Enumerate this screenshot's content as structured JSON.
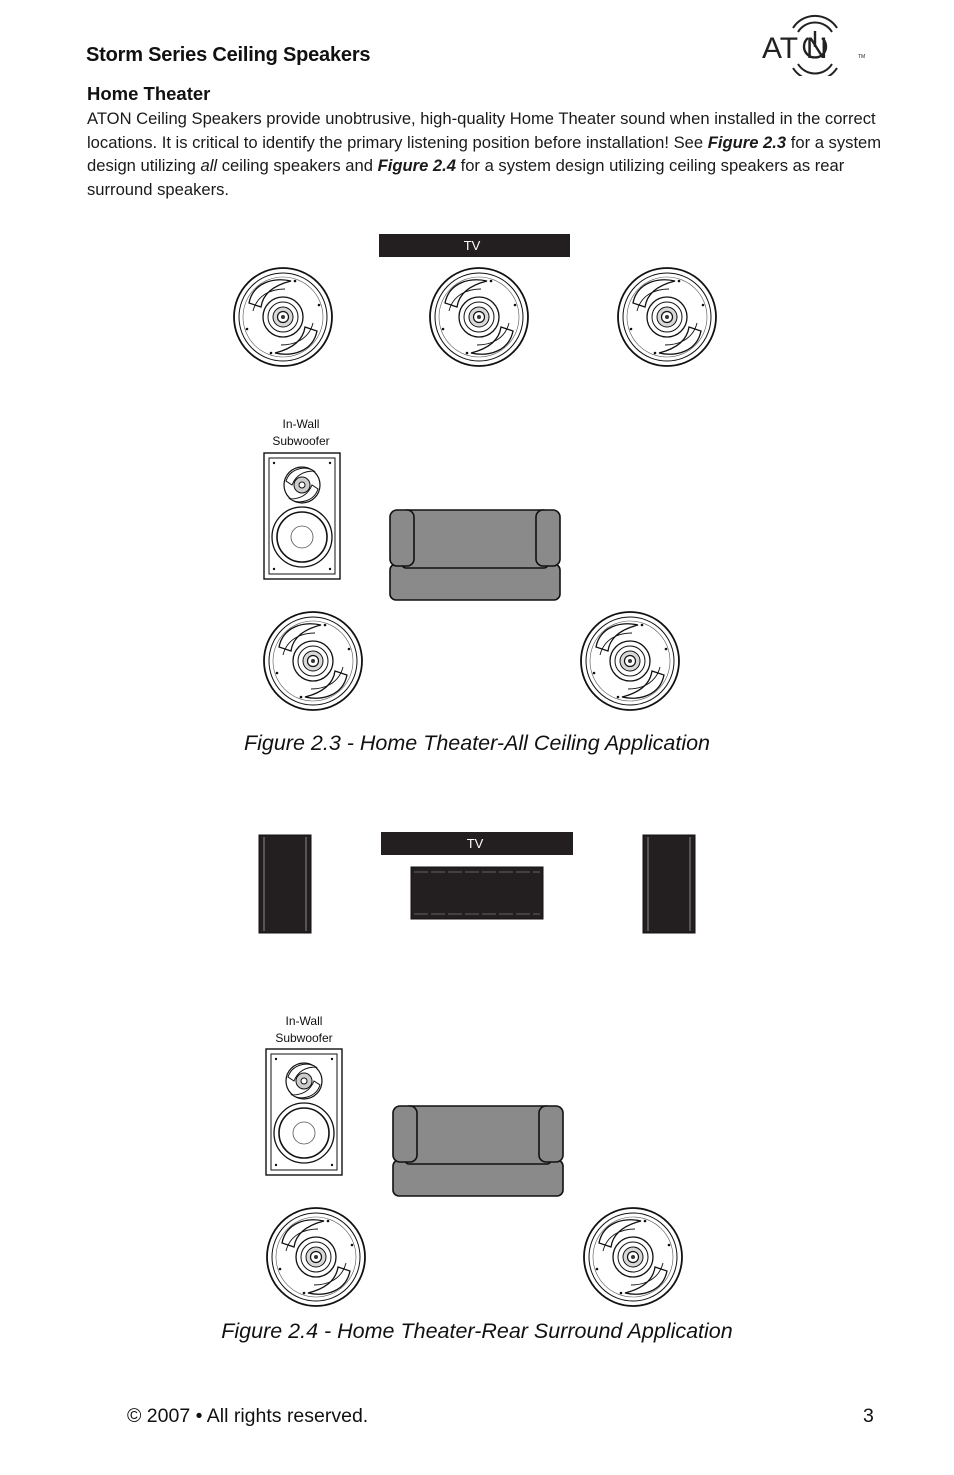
{
  "header": {
    "series_title": "Storm Series Ceiling Speakers",
    "logo_text": "AT N",
    "logo_tm": "TM"
  },
  "section": {
    "heading": "Home Theater",
    "intro": {
      "p1": "ATON Ceiling Speakers provide unobtrusive, high-quality Home Theater sound when installed in the correct locations. It is critical to identify the primary listening position before installation! See ",
      "fig_ref_1": "Figure 2.3",
      "p2": " for a system design utilizing ",
      "all": "all",
      "p3": " ceiling speakers and ",
      "fig_ref_2": "Figure 2.4",
      "p4": " for a system design utilizing ceiling speakers as rear surround speakers."
    }
  },
  "figure1": {
    "tv_label": "TV",
    "sub_label_line1": "In-Wall",
    "sub_label_line2": "Subwoofer",
    "caption": "Figure 2.3 - Home Theater-All Ceiling Application"
  },
  "figure2": {
    "tv_label": "TV",
    "sub_label_line1": "In-Wall",
    "sub_label_line2": "Subwoofer",
    "caption": "Figure 2.4 - Home Theater-Rear Surround Application"
  },
  "footer": {
    "copyright": "© 2007 • All rights reserved.",
    "page_number": "3"
  },
  "colors": {
    "ink": "#111111",
    "sofa_fill": "#8a8a8a",
    "tv_fill": "#231f20"
  }
}
